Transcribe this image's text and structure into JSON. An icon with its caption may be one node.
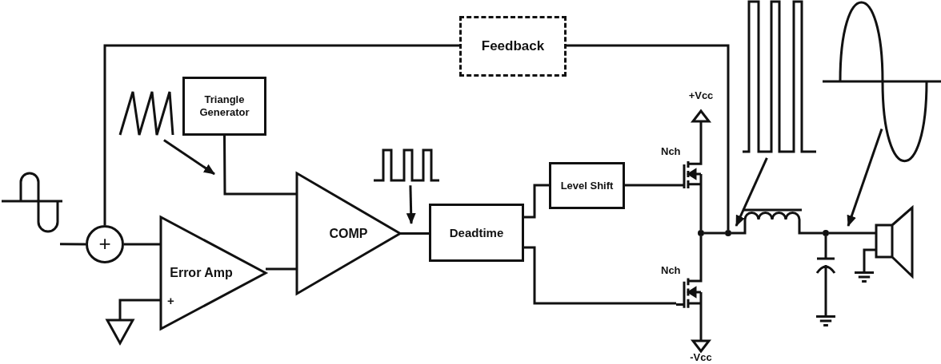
{
  "diagram": {
    "nodes": [
      {
        "text": [
          "Feedback"
        ]
      },
      {
        "text": [
          "Triangle Generator"
        ]
      },
      {
        "text": [],
        "shape": "picture"
      },
      {
        "text": [],
        "shape": "picture"
      },
      {
        "text": [
          "+"
        ]
      },
      {
        "text": [
          "Error Amp"
        ]
      },
      {
        "text": [],
        "shape": "triangle"
      },
      {
        "text": [
          "COMP"
        ]
      },
      {
        "text": [],
        "shape": "picture"
      },
      {
        "text": [
          "Deadtime"
        ]
      },
      {
        "text": [
          "Level Shift"
        ]
      },
      {
        "text": [
          "+Vcc"
        ]
      },
      {
        "text": [],
        "shape": "picture",
        "beside": [
          "Nch"
        ]
      },
      {
        "text": [],
        "shape": "circle"
      },
      {
        "text": [],
        "shape": "picture",
        "beside": [
          "Nch"
        ]
      },
      {
        "text": [
          "-Vcc"
        ]
      },
      {
        "text": [],
        "shape": "picture"
      },
      {
        "text": [],
        "shape": "circle"
      },
      {
        "text": [],
        "shape": "picture"
      },
      {
        "text": [],
        "shape": "picture"
      },
      {
        "text": [],
        "shape": "circle"
      },
      {
        "text": [],
        "shape": "picture"
      },
      {
        "text": [],
        "shape": "picture"
      },
      {
        "text": [],
        "shape": "picture"
      },
      {
        "text": [],
        "shape": "picture"
      }
    ],
    "edges": [
      {
        "from": 3,
        "to": 4,
        "arrow": "none"
      },
      {
        "from": 4,
        "to": 5,
        "arrow": "none"
      },
      {
        "from": 6,
        "to": 5,
        "arrow": "none"
      },
      {
        "from": 1,
        "to": 7,
        "arrow": "none"
      },
      {
        "from": 5,
        "to": 7,
        "arrow": "none"
      },
      {
        "from": 7,
        "to": 9,
        "arrow": "none"
      },
      {
        "from": 9,
        "to": 10,
        "arrow": "none"
      },
      {
        "from": 10,
        "to": 12,
        "arrow": "none"
      },
      {
        "from": 9,
        "to": 14,
        "arrow": "none"
      },
      {
        "from": 11,
        "to": 12,
        "arrow": "none"
      },
      {
        "from": 12,
        "to": 13,
        "arrow": "none"
      },
      {
        "from": 14,
        "to": 13,
        "arrow": "none"
      },
      {
        "from": 14,
        "to": 15,
        "arrow": "none"
      },
      {
        "from": 13,
        "to": 17,
        "arrow": "none"
      },
      {
        "from": 17,
        "to": 0,
        "arrow": "none"
      },
      {
        "from": 0,
        "to": 4,
        "arrow": "none"
      },
      {
        "from": 17,
        "to": 18,
        "arrow": "none"
      },
      {
        "from": 18,
        "to": 20,
        "arrow": "none"
      },
      {
        "from": 20,
        "to": 21,
        "arrow": "none"
      },
      {
        "from": 21,
        "to": 22,
        "arrow": "none"
      },
      {
        "from": 20,
        "to": 23,
        "arrow": "none"
      },
      {
        "from": 24,
        "to": 23,
        "arrow": "none"
      },
      {
        "from": 2,
        "to": null,
        "arrow": "to"
      },
      {
        "from": 8,
        "to": 9,
        "arrow": "to"
      },
      {
        "from": 16,
        "to": 17,
        "arrow": "to"
      },
      {
        "from": 19,
        "to": 20,
        "arrow": "to"
      }
    ],
    "labels": [
      "+"
    ]
  }
}
